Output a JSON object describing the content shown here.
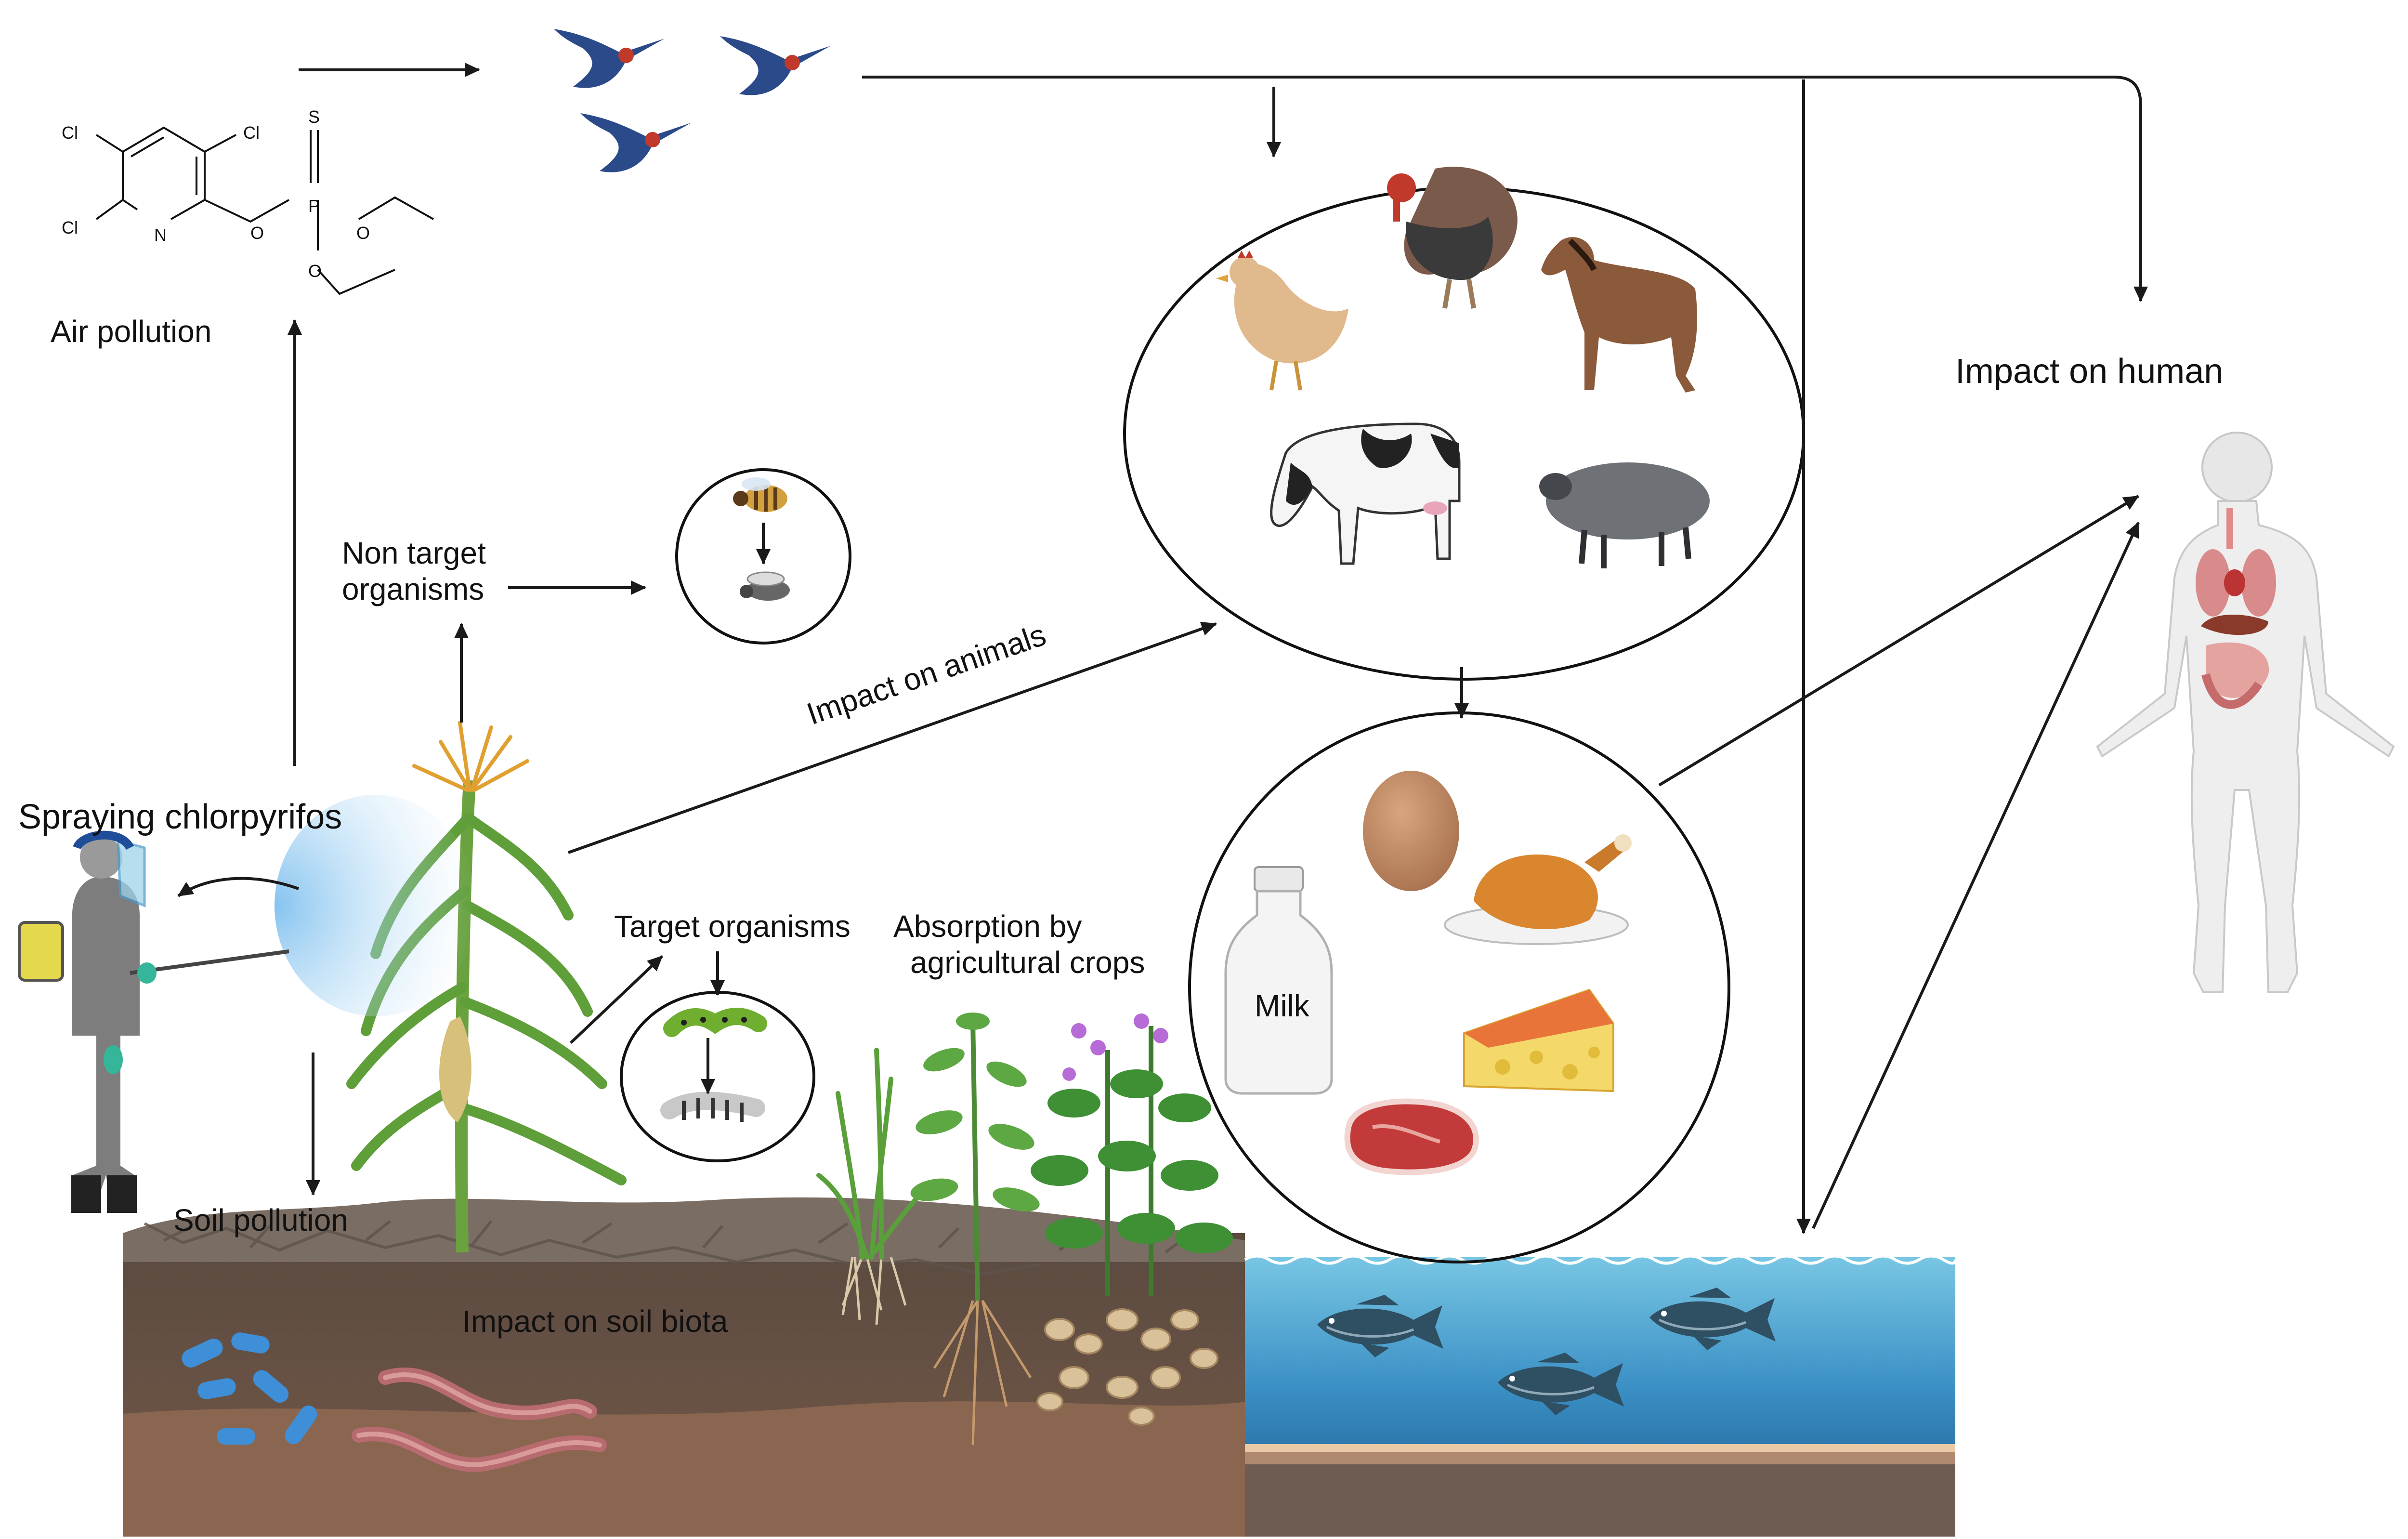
{
  "labels": {
    "spraying": "Spraying chlorpyrifos",
    "air_pollution": "Air pollution",
    "non_target_line1": "Non target",
    "non_target_line2": "organisms",
    "target_organisms": "Target organisms",
    "absorption_line1": "Absorption by",
    "absorption_line2": "agricultural crops",
    "impact_animals": "Impact on animals",
    "impact_human": "Impact on human",
    "soil_pollution": "Soil pollution",
    "impact_soil_biota": "Impact on soil biota",
    "milk": "Milk"
  },
  "molecule": {
    "cl_1": "Cl",
    "cl_2": "Cl",
    "cl_3": "Cl",
    "n": "N",
    "o_link": "O",
    "p": "P",
    "s": "S",
    "o_right": "O",
    "o_down": "O"
  },
  "colors": {
    "arrow": "#1a1a1a",
    "water": "#5db7d9",
    "water_deep": "#3a86b8",
    "soil_top": "#6b6058",
    "soil_mid": "#5a4a40",
    "soil_deep": "#8a6a55",
    "crop_green": "#4a9a3a",
    "spray_blue": "#8fc8f0"
  },
  "icons": [
    "chlorpyrifos-molecule-icon",
    "swallow-bird-icon",
    "farmer-sprayer-icon",
    "spray-mist-icon",
    "corn-plant-icon",
    "bee-icon",
    "fly-icon",
    "caterpillar-icon",
    "larva-icon",
    "chicken-icon",
    "turkey-icon",
    "horse-icon",
    "cow-icon",
    "sheep-icon",
    "egg-icon",
    "roast-chicken-icon",
    "milk-bottle-icon",
    "cheese-icon",
    "steak-icon",
    "human-body-icon",
    "fish-icon",
    "bacteria-icon",
    "earthworm-icon",
    "wheat-crop-icon",
    "tomato-plant-icon",
    "potato-plant-icon"
  ]
}
